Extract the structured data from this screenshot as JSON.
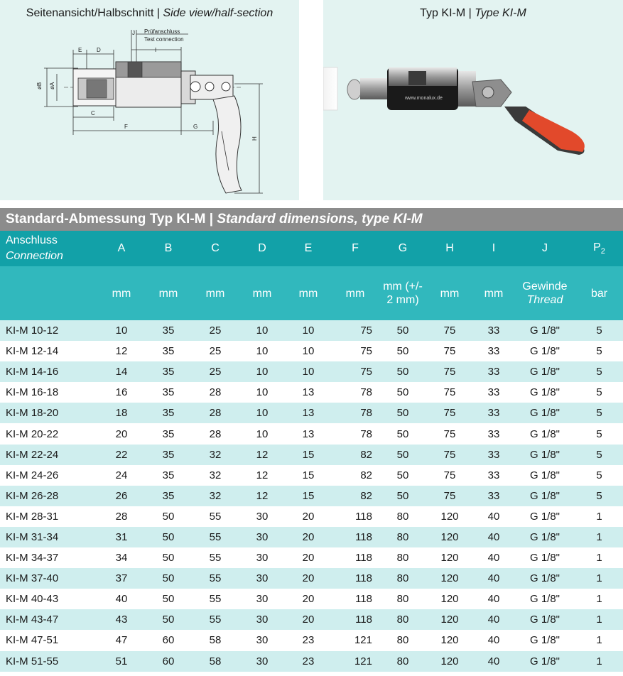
{
  "panels": {
    "left": {
      "title_de": "Seitenansicht/Halbschnitt",
      "separator": " | ",
      "title_en": "Side view/half-section",
      "diagram_labels": {
        "test_de": "Prüfanschluss",
        "test_en": "Test connection",
        "J": "J",
        "E": "E",
        "D": "D",
        "I": "I",
        "B": "øB",
        "A": "øA",
        "C": "C",
        "F": "F",
        "G": "G",
        "H": "H"
      }
    },
    "right": {
      "title_de": "Typ KI-M",
      "separator": " | ",
      "title_en": "Type KI-M",
      "photo_text": "www.monalux.de"
    }
  },
  "section": {
    "title_de": "Standard-Abmessung Typ KI-M",
    "separator": " | ",
    "title_en": "Standard dimensions, type KI-M"
  },
  "table": {
    "header": {
      "conn_de": "Anschluss",
      "conn_en": "Connection",
      "A": "A",
      "B": "B",
      "C": "C",
      "D": "D",
      "E": "E",
      "F": "F",
      "G": "G",
      "H": "H",
      "I": "I",
      "J": "J",
      "P": "P",
      "P_sub": "2"
    },
    "units": {
      "A": "mm",
      "B": "mm",
      "C": "mm",
      "D": "mm",
      "E": "mm",
      "F": "mm",
      "G": "mm (+/- 2 mm)",
      "H": "mm",
      "I": "mm",
      "J_de": "Gewinde",
      "J_en": "Thread",
      "P": "bar"
    },
    "rows": [
      [
        "KI-M 10-12",
        "10",
        "35",
        "25",
        "10",
        "10",
        "75",
        "50",
        "75",
        "33",
        "G 1/8\"",
        "5"
      ],
      [
        "KI-M 12-14",
        "12",
        "35",
        "25",
        "10",
        "10",
        "75",
        "50",
        "75",
        "33",
        "G 1/8\"",
        "5"
      ],
      [
        "KI-M 14-16",
        "14",
        "35",
        "25",
        "10",
        "10",
        "75",
        "50",
        "75",
        "33",
        "G 1/8\"",
        "5"
      ],
      [
        "KI-M 16-18",
        "16",
        "35",
        "28",
        "10",
        "13",
        "78",
        "50",
        "75",
        "33",
        "G 1/8\"",
        "5"
      ],
      [
        "KI-M 18-20",
        "18",
        "35",
        "28",
        "10",
        "13",
        "78",
        "50",
        "75",
        "33",
        "G 1/8\"",
        "5"
      ],
      [
        "KI-M 20-22",
        "20",
        "35",
        "28",
        "10",
        "13",
        "78",
        "50",
        "75",
        "33",
        "G 1/8\"",
        "5"
      ],
      [
        "KI-M 22-24",
        "22",
        "35",
        "32",
        "12",
        "15",
        "82",
        "50",
        "75",
        "33",
        "G 1/8\"",
        "5"
      ],
      [
        "KI-M 24-26",
        "24",
        "35",
        "32",
        "12",
        "15",
        "82",
        "50",
        "75",
        "33",
        "G 1/8\"",
        "5"
      ],
      [
        "KI-M 26-28",
        "26",
        "35",
        "32",
        "12",
        "15",
        "82",
        "50",
        "75",
        "33",
        "G 1/8\"",
        "5"
      ],
      [
        "KI-M 28-31",
        "28",
        "50",
        "55",
        "30",
        "20",
        "118",
        "80",
        "120",
        "40",
        "G 1/8\"",
        "1"
      ],
      [
        "KI-M 31-34",
        "31",
        "50",
        "55",
        "30",
        "20",
        "118",
        "80",
        "120",
        "40",
        "G 1/8\"",
        "1"
      ],
      [
        "KI-M 34-37",
        "34",
        "50",
        "55",
        "30",
        "20",
        "118",
        "80",
        "120",
        "40",
        "G 1/8\"",
        "1"
      ],
      [
        "KI-M 37-40",
        "37",
        "50",
        "55",
        "30",
        "20",
        "118",
        "80",
        "120",
        "40",
        "G 1/8\"",
        "1"
      ],
      [
        "KI-M 40-43",
        "40",
        "50",
        "55",
        "30",
        "20",
        "118",
        "80",
        "120",
        "40",
        "G 1/8\"",
        "1"
      ],
      [
        "KI-M 43-47",
        "43",
        "50",
        "55",
        "30",
        "20",
        "118",
        "80",
        "120",
        "40",
        "G 1/8\"",
        "1"
      ],
      [
        "KI-M 47-51",
        "47",
        "60",
        "58",
        "30",
        "23",
        "121",
        "80",
        "120",
        "40",
        "G 1/8\"",
        "1"
      ],
      [
        "KI-M 51-55",
        "51",
        "60",
        "58",
        "30",
        "23",
        "121",
        "80",
        "120",
        "40",
        "G 1/8\"",
        "1"
      ]
    ]
  },
  "colors": {
    "header_dark": "#12a1a8",
    "header_light": "#31b8bd",
    "row_stripe": "#cfeeee",
    "panel_bg": "#e3f3f1",
    "section_bar": "#8c8c8c"
  }
}
